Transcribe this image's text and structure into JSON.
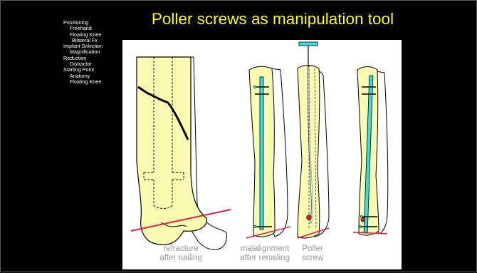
{
  "title": "Poller screws as manipulation tool",
  "sidebar": {
    "items": [
      {
        "label": "Positioning",
        "level": 1
      },
      {
        "label": "Freehand",
        "level": 2
      },
      {
        "label": "Floating Knee",
        "level": 2
      },
      {
        "label": "Bilateral Fx",
        "level": 3
      },
      {
        "label": "Implant Selection",
        "level": 1
      },
      {
        "label": "Magnification",
        "level": 2
      },
      {
        "label": "Reduction",
        "level": 1
      },
      {
        "label": "Distractor",
        "level": 2
      },
      {
        "label": "Starting Point",
        "level": 1
      },
      {
        "label": "Anatomy",
        "level": 2
      },
      {
        "label": "Floating Knee",
        "level": 2
      }
    ]
  },
  "figure": {
    "captions": {
      "c1_line1": "refracture",
      "c1_line2": "after nailing",
      "c2_line1": "malalignment",
      "c2_line2": "after renailing",
      "c3_line1": "Poller",
      "c3_line2": "screw"
    },
    "colors": {
      "bone": "#fafab0",
      "nail": "#33e0e8",
      "line": "#e0204a",
      "fracture": "#000000",
      "screw_dot": "#cc2222"
    }
  }
}
